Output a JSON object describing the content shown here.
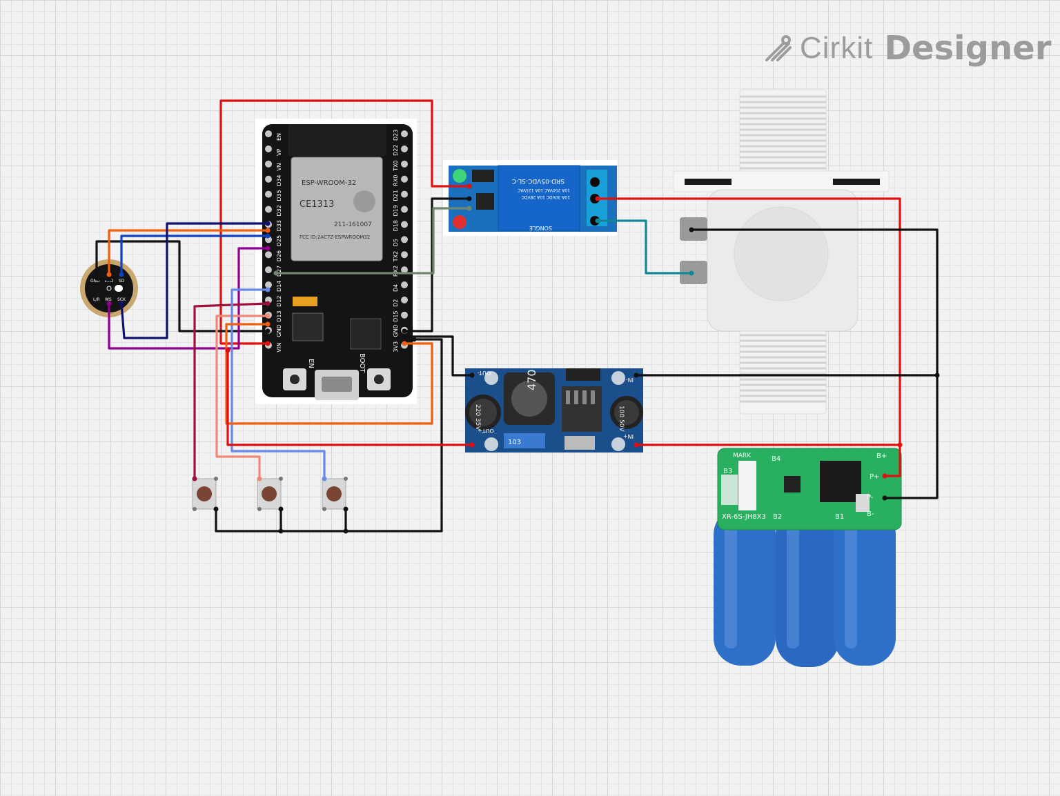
{
  "logo": {
    "brand": "Cirkit",
    "product": "Designer"
  },
  "esp32": {
    "module": "ESP-WROOM-32",
    "ce": "CE1313",
    "cert": "211-161007",
    "fcc": "FCC ID:2AC7Z-ESPWROOM32",
    "left_pins": [
      "EN",
      "VP",
      "VN",
      "D34",
      "D35",
      "D32",
      "D33",
      "D25",
      "D26",
      "D27",
      "D14",
      "D12",
      "D13",
      "GND",
      "VIN"
    ],
    "right_pins": [
      "D23",
      "D22",
      "TX0",
      "RX0",
      "D21",
      "D19",
      "D18",
      "D5",
      "TX2",
      "RX2",
      "D4",
      "D2",
      "D15",
      "GND",
      "3V3"
    ],
    "btn_en": "EN",
    "btn_boot": "BOOT"
  },
  "mic": {
    "pins_top": [
      "GND",
      "VDD",
      "SD"
    ],
    "pins_bottom": [
      "L/R",
      "WS",
      "SCK"
    ]
  },
  "relay": {
    "line1": "SRD-05VDC-SL-C",
    "line2": "10A 250VAC 10A 125VAC",
    "line3": "10A 30VDC 10A 28VDC",
    "brand": "SONGLE"
  },
  "buck": {
    "pins": [
      "OUT-",
      "OUT+",
      "IN-",
      "IN+"
    ],
    "inductor": "470",
    "cap_left": "220 35V",
    "cap_right": "100 50V",
    "pot": "103"
  },
  "bms": {
    "model": "XR-6S-JH8X3",
    "labels": [
      "MARK",
      "B4",
      "B3",
      "B2",
      "B1",
      "B+",
      "P+",
      "P-",
      "B-"
    ]
  },
  "colors": {
    "red": "#e01010",
    "black": "#111111",
    "orange": "#f06010",
    "navy": "#10106e",
    "blue": "#1040c0",
    "purple": "#900090",
    "darkred": "#a0103a",
    "salmon": "#f08878",
    "lightblue": "#6888e8",
    "teal": "#108898",
    "sage": "#708870"
  }
}
